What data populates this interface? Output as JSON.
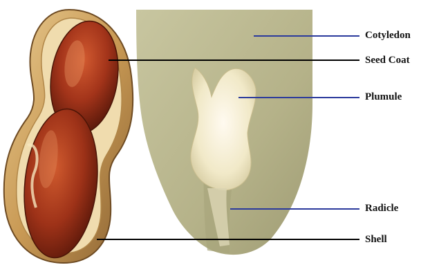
{
  "labels": {
    "cotyledon": "Cotyledon",
    "seed_coat": "Seed Coat",
    "plumule": "Plumule",
    "radicle": "Radicle",
    "shell": "Shell"
  },
  "colors": {
    "pointer_blue": "#2b3a9c",
    "pointer_black": "#000000",
    "seed_red": "#a3341a",
    "shell_tan": "#d6b177",
    "cotyledon_green": "#b9b68f",
    "plumule_cream": "#f4efd6"
  }
}
